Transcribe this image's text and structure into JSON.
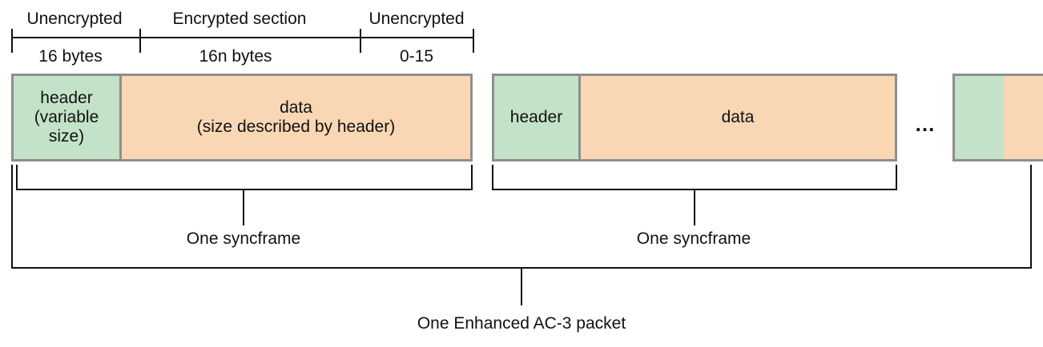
{
  "sections": {
    "left_title": "Unencrypted",
    "left_size": "16 bytes",
    "middle_title": "Encrypted section",
    "middle_size": "16n bytes",
    "right_title": "Unencrypted",
    "right_size": "0-15"
  },
  "frame1": {
    "header": "header\n(variable\nsize)",
    "data": "data\n(size described by header)",
    "caption": "One syncframe"
  },
  "frame2": {
    "header": "header",
    "data": "data",
    "caption": "One syncframe"
  },
  "ellipsis": "...",
  "packet_caption": "One Enhanced AC-3 packet",
  "colors": {
    "header_fill": "#c3e2c8",
    "data_fill": "#f9d7b5",
    "border": "#8e8e8e"
  }
}
